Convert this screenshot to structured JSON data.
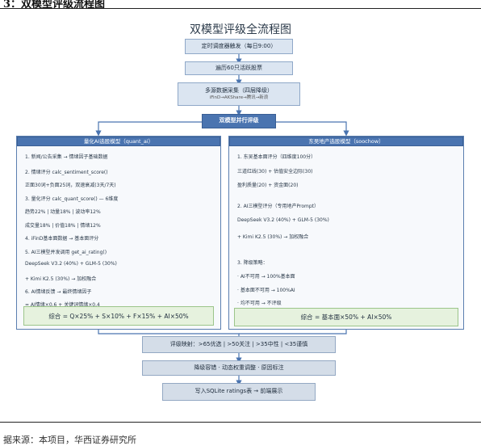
{
  "caption": "3：双模型评级流程图",
  "title": "双模型评级全流程图",
  "steps": {
    "trigger": "定时调度器触发（每日9:00）",
    "traverse": "遍历60只活跃股票",
    "collect_title": "多源数据采集（四层降级）",
    "collect_sub": "iFinD→AKShare→腾讯→新浪",
    "parallel": "双模型并行评级"
  },
  "left_panel": {
    "title": "量化AI选股模型（quant_ai）",
    "lines": [
      "1. 新闻/公告采集 → 情绪因子基础数据",
      "2. 情绪评分 calc_sentiment_score()",
      "   正面30词+负面25词，双速衰减(3天/7天)",
      "3. 量化评分 calc_quant_score() — 6维度",
      "   趋势22% | 动量18% | 波动率12%",
      "   成交量18% | 价值18% | 情绪12%",
      "4. iFinD基本面数据 → 基本面评分",
      "5. AI三模型并发调用 get_ai_rating()",
      "   DeepSeek V3.2 (40%) + GLM-5 (30%)",
      "   + Kimi K2.5 (30%) → 加权融合",
      "6. AI情绪反馈 → 最终情绪因子",
      "   = AI情绪×0.6 + 关键词情绪×0.4"
    ],
    "formula": "综合 = Q×25% + S×10% + F×15% + AI×50%"
  },
  "right_panel": {
    "title": "东吴地产选股模型（soochow）",
    "lines": [
      "1. 东吴基本面评分（四维度100分）",
      "   三道红线(30) + 估值安全边际(30)",
      "   盈利质量(20) + 资金面(20)",
      "",
      "2. AI三模型评分（专用地产Prompt）",
      "   DeepSeek V3.2 (40%) + GLM-5 (30%)",
      "   + Kimi K2.5 (30%) → 加权融合",
      "",
      "3. 降级策略：",
      "   · AI不可用 → 100%基本面",
      "   · 基本面不可用 → 100%AI",
      "   · 均不可用 → 不评级"
    ],
    "formula": "综合 = 基本面×50% + AI×50%"
  },
  "bottom": {
    "mapping": "评级映射：>65优选 | >50关注 | >35中性 | <35谨慎",
    "fallback": "降级容错 · 动态权重调整 · 原因标注",
    "write": "写入SQLite ratings表 → 前端展示"
  },
  "footer": "据来源：本项目，华西证券研究所",
  "colors": {
    "box_fill": "#dbe5f1",
    "header_fill": "#4a74b0",
    "formula_fill": "#e6f2de",
    "arrow": "#4a74b0"
  }
}
